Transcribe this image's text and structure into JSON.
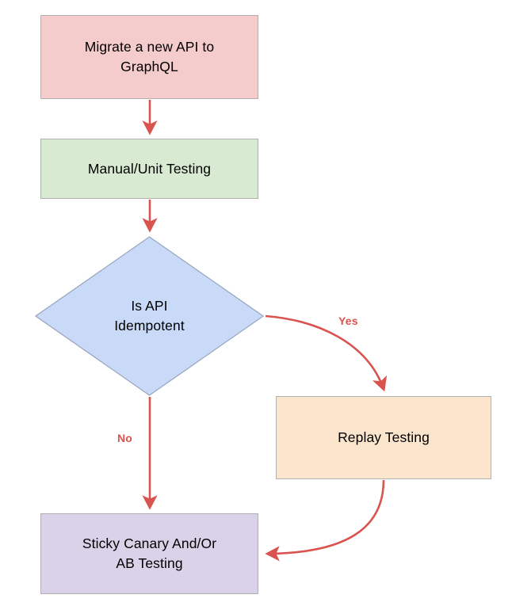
{
  "diagram": {
    "type": "flowchart",
    "title": "",
    "background_color": "#ffffff",
    "edge_color": "#d9534f",
    "nodes": [
      {
        "id": "migrate",
        "label": "Migrate a new API to\nGraphQL",
        "shape": "rectangle",
        "fill": "#f5cccc",
        "border": "#b0b0b0"
      },
      {
        "id": "manual",
        "label": "Manual/Unit Testing",
        "shape": "rectangle",
        "fill": "#d9ead3",
        "border": "#b0b0b0"
      },
      {
        "id": "decision",
        "label": "Is API\nIdempotent",
        "shape": "diamond",
        "fill": "#c9daf8",
        "border": "#9aa8bf"
      },
      {
        "id": "replay",
        "label": "Replay Testing",
        "shape": "rectangle",
        "fill": "#fce5cd",
        "border": "#b0b0b0"
      },
      {
        "id": "sticky",
        "label": "Sticky Canary And/Or\nAB Testing",
        "shape": "rectangle",
        "fill": "#d9d2e9",
        "border": "#b0b0b0"
      }
    ],
    "edges": [
      {
        "id": "e1",
        "from": "migrate",
        "to": "manual",
        "label": ""
      },
      {
        "id": "e2",
        "from": "manual",
        "to": "decision",
        "label": ""
      },
      {
        "id": "e3",
        "from": "decision",
        "to": "replay",
        "label": "Yes"
      },
      {
        "id": "e4",
        "from": "decision",
        "to": "sticky",
        "label": "No"
      },
      {
        "id": "e5",
        "from": "replay",
        "to": "sticky",
        "label": ""
      }
    ]
  }
}
